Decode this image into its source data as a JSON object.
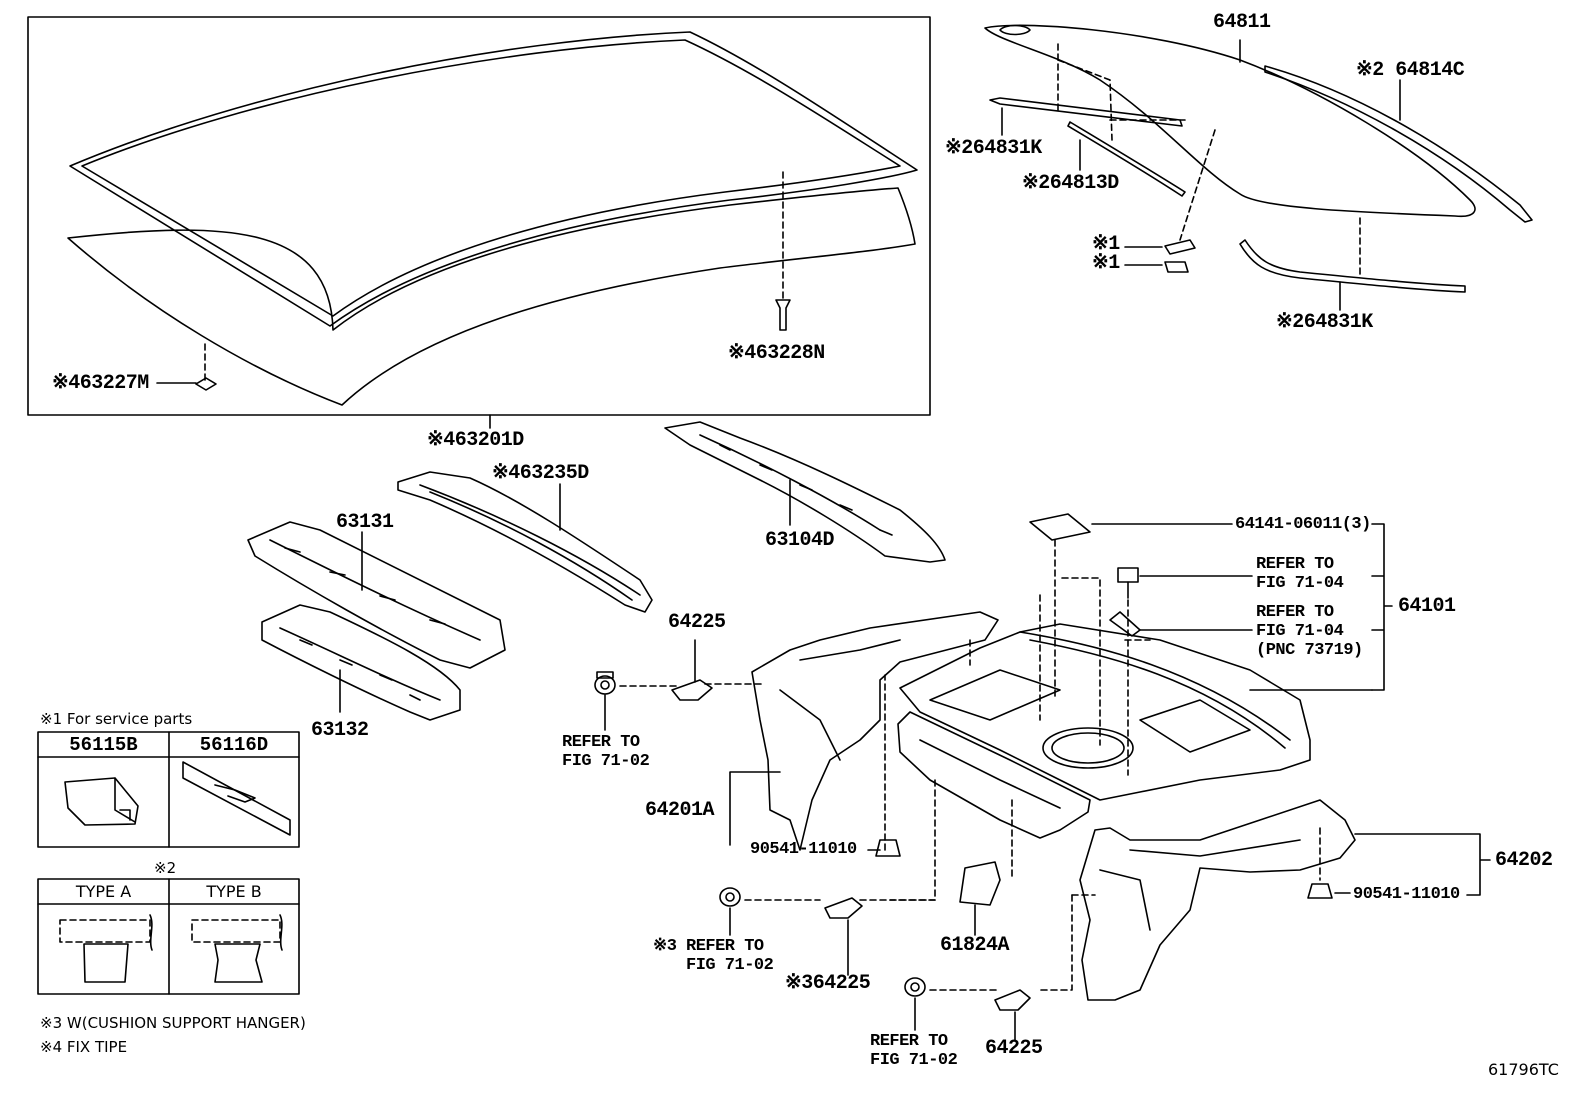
{
  "callouts": {
    "c63201D": "※463201D",
    "c63227M": "※463227M",
    "c63228N": "※463228N",
    "c64811": "64811",
    "c64814C": "※2 64814C",
    "c64831K_a": "※264831K",
    "c64813D": "※264813D",
    "c64831K_b": "※264831K",
    "c_x1a": "※1",
    "c_x1b": "※1",
    "c63235D": "※463235D",
    "c63131": "63131",
    "c63132": "63132",
    "c63104D": "63104D",
    "c64225_a": "64225",
    "c_refer_a": "REFER TO\nFIG 71-02",
    "c64201A": "64201A",
    "c90541_a": "90541-11010",
    "c64141": "64141-06011(3)",
    "c_refer_b": "REFER TO\nFIG 71-04",
    "c_refer_c": "REFER TO\nFIG 71-04\n(PNC 73719)",
    "c64101": "64101",
    "c64202": "64202",
    "c90541_b": "90541-11010",
    "c_refer_d": "REFER TO\nFIG 71-02",
    "c_x3": "※3",
    "c64225_b": "※364225",
    "c61824A": "61824A",
    "c_refer_e": "REFER TO\nFIG 71-02",
    "c64225_c": "64225"
  },
  "legend1": {
    "title": "※1 For service parts",
    "col_a": "56115B",
    "col_b": "56116D"
  },
  "legend2": {
    "title": "※2",
    "col_a": "TYPE A",
    "col_b": "TYPE B"
  },
  "notes": {
    "n3": "※3 W(CUSHION SUPPORT HANGER)",
    "n4": "※4 FIX TIPE"
  },
  "figure_code": "61796TC"
}
